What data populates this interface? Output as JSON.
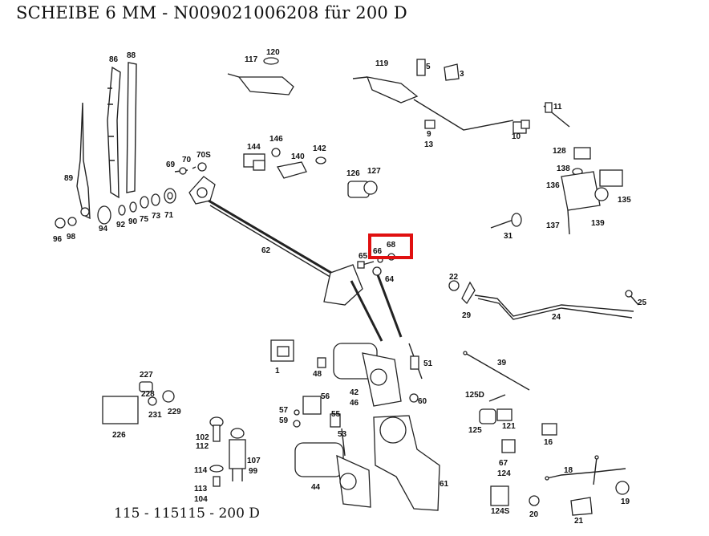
{
  "title": "SCHEIBE 6 MM - N009021006208 für 200 D",
  "footer": "115 - 115115 - 200 D",
  "highlight_color": "#e01010",
  "highlighted_part": "68",
  "part_labels": [
    "86",
    "88",
    "117",
    "120",
    "119",
    "5",
    "3",
    "11",
    "89",
    "69",
    "70",
    "70S",
    "144",
    "146",
    "140",
    "142",
    "9",
    "13",
    "10",
    "128",
    "138",
    "126",
    "127",
    "136",
    "135",
    "94",
    "92",
    "90",
    "75",
    "73",
    "71",
    "96",
    "98",
    "62",
    "31",
    "137",
    "139",
    "65",
    "66",
    "68",
    "64",
    "22",
    "29",
    "24",
    "25",
    "227",
    "1",
    "48",
    "39",
    "51",
    "228",
    "231",
    "229",
    "42",
    "46",
    "60",
    "125D",
    "57",
    "59",
    "56",
    "55",
    "121",
    "125",
    "16",
    "226",
    "102",
    "112",
    "107",
    "99",
    "53",
    "67",
    "124",
    "18",
    "114",
    "113",
    "104",
    "44",
    "61",
    "124S",
    "20",
    "21",
    "19"
  ]
}
